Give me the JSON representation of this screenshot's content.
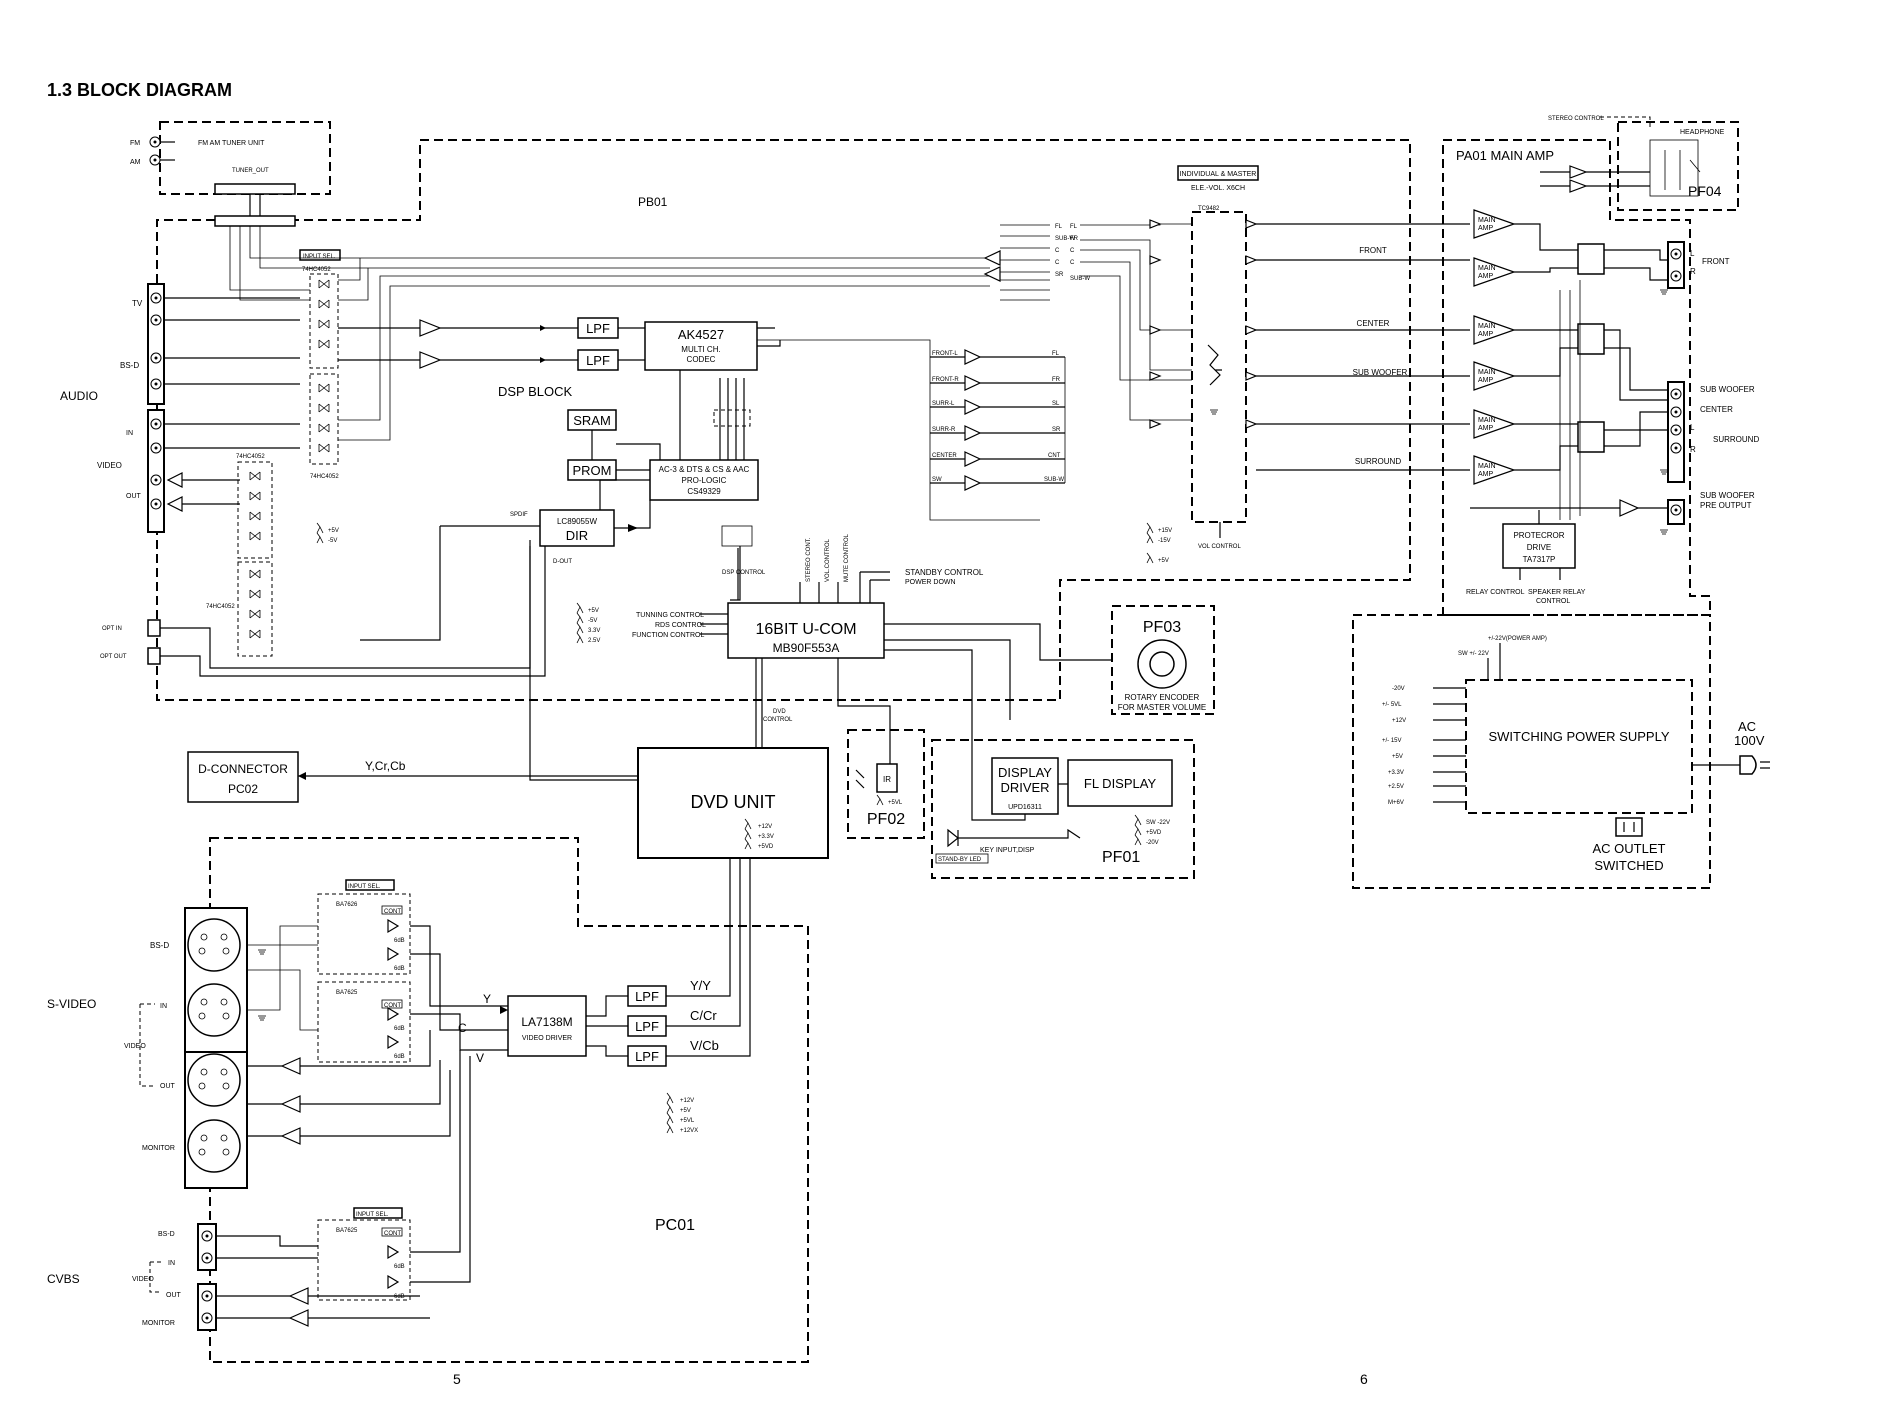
{
  "title": "1.3  BLOCK DIAGRAM",
  "page_numbers": {
    "left": "5",
    "right": "6"
  },
  "boards": {
    "pb01": "PB01",
    "pa01": "PA01   MAIN AMP",
    "pc01": "PC01",
    "pf01": "PF01",
    "pf02": "PF02",
    "pf03": "PF03",
    "pf04": "PF04"
  },
  "tuner": {
    "title": "FM AM TUNER UNIT",
    "out": "TUNER_OUT",
    "fm": "FM",
    "am": "AM"
  },
  "audio": {
    "group": "AUDIO",
    "tv": "TV",
    "bsd": "BS-D",
    "video": "VIDEO",
    "in": "IN",
    "out": "OUT",
    "opt_in": "OPT IN",
    "opt_out": "OPT OUT",
    "input_sel": "INPUT SEL.",
    "ic_a": "74HC4052",
    "ic_b": "74HC4052",
    "ic_c": "74HC4052",
    "ic_d": "74HC4052"
  },
  "dsp": {
    "block": "DSP BLOCK",
    "lpf": "LPF",
    "ak": "AK4527",
    "ak_sub1": "MULTI CH.",
    "ak_sub2": "CODEC",
    "sram": "SRAM",
    "prom": "PROM",
    "ac3_1": "AC-3 & DTS & CS & AAC",
    "ac3_2": "PRO-LOGIC",
    "ac3_3": "CS49329",
    "dir_1": "LC89055W",
    "dir_2": "DIR",
    "spdif": "SPDIF",
    "dout": "D-OUT",
    "dsp_control": "DSP CONTROL",
    "stereo_cont": "STEREO CONT.",
    "vol_control": "VOL.CONTROL",
    "mute_control": "MUTE CONTROL",
    "front_l": "FRONT-L",
    "front_r": "FRONT-R",
    "surr_l": "SURR-L",
    "surr_r": "SURR-R",
    "center": "CENTER",
    "sw": "SW",
    "fl": "FL",
    "fr": "FR",
    "sl": "SL",
    "sr": "SR",
    "cnt": "CNT",
    "subw": "SUB-W",
    "c": "C"
  },
  "volume": {
    "box1": "INDIVIDUAL & MASTER",
    "box2": "ELE.-VOL. X6CH",
    "ic": "TC9482",
    "vol_control": "VOL CONTROL"
  },
  "channels": {
    "front": "FRONT",
    "center": "CENTER",
    "sub_woofer": "SUB WOOFER",
    "surround": "SURROUND"
  },
  "power_dsp": {
    "p5": "+5V",
    "m5": "-5V",
    "p33": "3.3V",
    "p25": "2.5V",
    "p15": "+15V",
    "m15": "-15V"
  },
  "ucom": {
    "title": "16BIT U-COM",
    "part": "MB90F553A",
    "tuning": "TUNNING CONTROL",
    "rds": "RDS CONTROL",
    "function": "FUNCTION CONTROL",
    "standby": "STANDBY CONTROL",
    "power_down": "POWER DOWN",
    "dvd_control_1": "DVD",
    "dvd_control_2": "CONTROL"
  },
  "pf03_board": {
    "rotary_1": "ROTARY ENCODER",
    "rotary_2": "FOR MASTER VOLUME"
  },
  "dvd": {
    "title": "DVD UNIT",
    "p12": "+12V",
    "p33": "+3.3V",
    "p5d": "+5VD"
  },
  "dconn": {
    "title": "D-CONNECTOR",
    "part": "PC02",
    "signals": "Y,Cr,Cb"
  },
  "pf02_board": {
    "ir": "IR",
    "v5": "+5VL"
  },
  "pf01_board": {
    "display_driver_1": "DISPLAY",
    "display_driver_2": "DRIVER",
    "ic": "UPD16311",
    "fl": "FL DISPLAY",
    "key_input": "KEY INPUT,DISP",
    "standby_led": "STAND-BY LED",
    "sw22": "SW -22V",
    "v5d": "+5VD",
    "m20": "-20V"
  },
  "main_amp": {
    "stereo_control": "STEREO CONTROL",
    "headphone": "HEADPHONE",
    "main": "MAIN",
    "amp": "AMP",
    "front": "FRONT",
    "l": "L",
    "r": "R",
    "sub_woofer": "SUB WOOFER",
    "center": "CENTER",
    "surround": "SURROUND",
    "sw_pre_1": "SUB WOOFER",
    "sw_pre_2": "PRE OUTPUT",
    "prot_1": "PROTECROR",
    "prot_2": "DRIVE",
    "prot_3": "TA7317P",
    "relay": "RELAY CONTROL",
    "speaker_relay_1": "SPEAKER RELAY",
    "speaker_relay_2": "CONTROL"
  },
  "psu": {
    "title": "SWITCHING POWER SUPPLY",
    "ac": "AC",
    "ac_v": "100V",
    "outlet_1": "AC OUTLET",
    "outlet_2": "SWITCHED",
    "pwr_amp": "+/-22V(POWER AMP)",
    "sw22": "SW +/- 22V",
    "rails": [
      "-20V",
      "+/- 5VL",
      "+12V",
      "+/- 15V",
      "+5V",
      "+3.3V",
      "+2.5V",
      "M+6V"
    ]
  },
  "video": {
    "svideo": "S-VIDEO",
    "cvbs": "CVBS",
    "video": "VIDEO",
    "in": "IN",
    "out": "OUT",
    "bsd": "BS-D",
    "monitor": "MONITOR",
    "input_sel": "INPUT SEL.",
    "ba1": "BA7626",
    "ba2": "BA7625",
    "ba3": "BA7625",
    "cont": "CONT",
    "db": "6dB",
    "la_1": "LA7138M",
    "la_2": "VIDEO DRIVER",
    "lpf": "LPF",
    "yy": "Y/Y",
    "ccr": "C/Cr",
    "vcb": "V/Cb",
    "y": "Y",
    "c": "C",
    "v": "V",
    "p12": "+12V",
    "p5": "+5V",
    "p5vl": "+5VL",
    "p12vx": "+12VX"
  }
}
